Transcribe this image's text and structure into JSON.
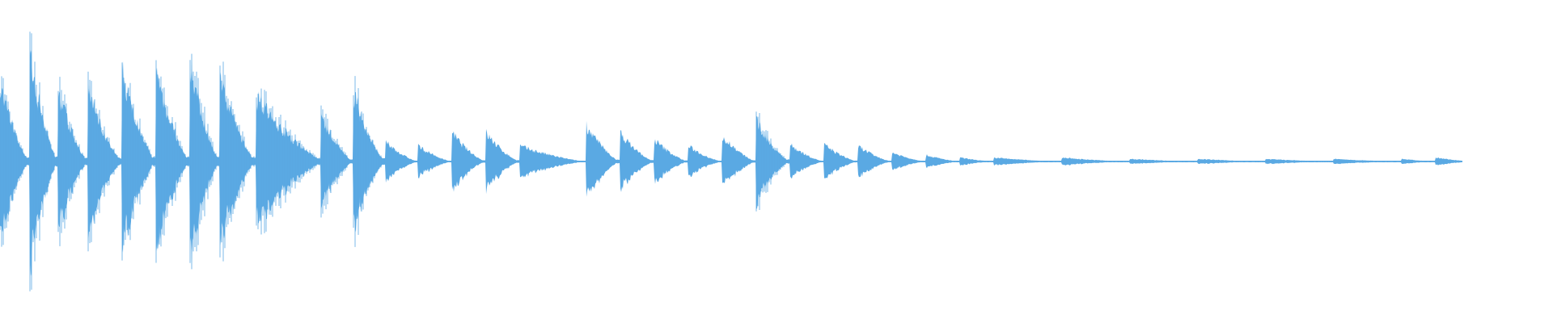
{
  "waveform": {
    "color": "#5aa9e3",
    "notes": [
      {
        "amp": 0.6,
        "len": 37,
        "decay": 0.35
      },
      {
        "amp": 0.8,
        "len": 35,
        "decay": 0.35
      },
      {
        "amp": 0.55,
        "len": 37,
        "decay": 0.35
      },
      {
        "amp": 0.55,
        "len": 42,
        "decay": 0.35
      },
      {
        "amp": 0.7,
        "len": 42,
        "decay": 0.35
      },
      {
        "amp": 0.7,
        "len": 42,
        "decay": 0.35
      },
      {
        "amp": 0.78,
        "len": 37,
        "decay": 0.35
      },
      {
        "amp": 0.65,
        "len": 45,
        "decay": 0.35
      },
      {
        "amp": 0.5,
        "len": 80,
        "decay": 0.4
      },
      {
        "amp": 0.35,
        "len": 40,
        "decay": 0.35
      },
      {
        "amp": 0.52,
        "len": 40,
        "decay": 0.35
      },
      {
        "amp": 0.15,
        "len": 40,
        "decay": 0.35
      },
      {
        "amp": 0.12,
        "len": 42,
        "decay": 0.35
      },
      {
        "amp": 0.22,
        "len": 42,
        "decay": 0.35
      },
      {
        "amp": 0.22,
        "len": 42,
        "decay": 0.35
      },
      {
        "amp": 0.12,
        "len": 82,
        "decay": 0.35
      },
      {
        "amp": 0.28,
        "len": 42,
        "decay": 0.35
      },
      {
        "amp": 0.22,
        "len": 42,
        "decay": 0.35
      },
      {
        "amp": 0.17,
        "len": 42,
        "decay": 0.35
      },
      {
        "amp": 0.12,
        "len": 42,
        "decay": 0.35
      },
      {
        "amp": 0.2,
        "len": 42,
        "decay": 0.35
      },
      {
        "amp": 0.32,
        "len": 42,
        "decay": 0.35
      },
      {
        "amp": 0.13,
        "len": 42,
        "decay": 0.35
      },
      {
        "amp": 0.13,
        "len": 42,
        "decay": 0.35
      },
      {
        "amp": 0.12,
        "len": 42,
        "decay": 0.35
      },
      {
        "amp": 0.07,
        "len": 42,
        "decay": 0.35
      },
      {
        "amp": 0.05,
        "len": 42,
        "decay": 0.35
      },
      {
        "amp": 0.03,
        "len": 42,
        "decay": 0.35
      },
      {
        "amp": 0.03,
        "len": 84,
        "decay": 0.35
      },
      {
        "amp": 0.03,
        "len": 84,
        "decay": 0.35
      },
      {
        "amp": 0.02,
        "len": 84,
        "decay": 0.35
      },
      {
        "amp": 0.02,
        "len": 84,
        "decay": 0.35
      },
      {
        "amp": 0.02,
        "len": 84,
        "decay": 0.35
      },
      {
        "amp": 0.02,
        "len": 84,
        "decay": 0.35
      },
      {
        "amp": 0.02,
        "len": 42,
        "decay": 0.35
      },
      {
        "amp": 0.03,
        "len": 34,
        "decay": 0.6
      }
    ]
  }
}
